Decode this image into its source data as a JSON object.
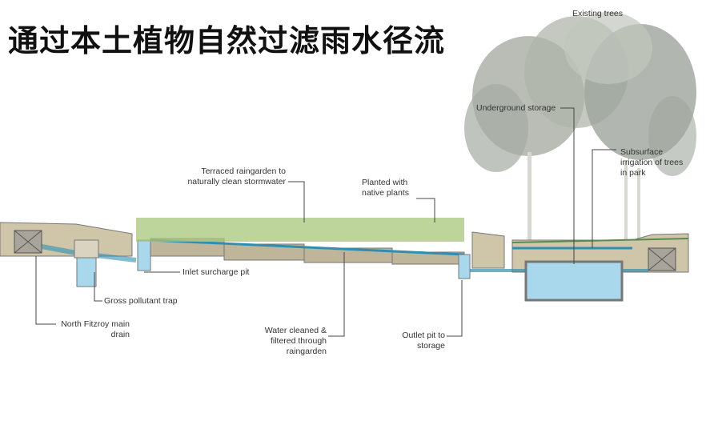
{
  "title": "通过本土植物自然过滤雨水径流",
  "labels": {
    "existing_trees": "Existing trees",
    "underground_storage": "Underground storage",
    "subsurface_irrigation": [
      "Subsurface",
      "irrigation of trees",
      "in park"
    ],
    "terraced_raingarden": [
      "Terraced raingarden to",
      "naturally clean stormwater"
    ],
    "planted_native": [
      "Planted with",
      "native plants"
    ],
    "inlet_surcharge_pit": "Inlet surcharge pit",
    "gross_pollutant_trap": "Gross pollutant trap",
    "north_fitzroy_drain": [
      "North Fitzroy main",
      "drain"
    ],
    "water_cleaned": [
      "Water cleaned &",
      "filtered through",
      "raingarden"
    ],
    "outlet_pit": [
      "Outlet pit to",
      "storage"
    ]
  },
  "colors": {
    "soil": "#cfc5a8",
    "soil_dark": "#b9ae90",
    "pipe": "#2f8fb0",
    "water": "#a9d8ec",
    "grass": "#9cbf6b",
    "tree": "#9aa39a",
    "line": "#555555"
  }
}
